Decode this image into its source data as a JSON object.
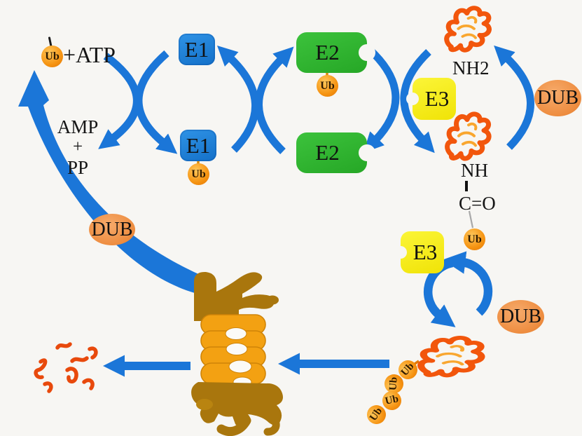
{
  "labels": {
    "ub": "Ub",
    "plus_atp": "+ATP",
    "amp": "AMP",
    "plus": "+",
    "pp": "PP",
    "e1": "E1",
    "e2": "E2",
    "e3": "E3",
    "nh2": "NH2",
    "nh": "NH",
    "carbonyl": "C=O",
    "dub": "DUB"
  },
  "colors": {
    "background": "#f7f6f3",
    "arrow_blue": "#1b76d8",
    "e1_blue": "#1d82da",
    "e2_green": "#2fb62f",
    "e3_yellow": "#f6ec15",
    "ub_orange": "#f59210",
    "dub_orange": "#ee8d40",
    "protein_red_orange": "#f2560c",
    "peptide_orange": "#e8490c",
    "proteasome_cap_brown": "#a9760d",
    "proteasome_barrel_amber": "#f3a112"
  }
}
